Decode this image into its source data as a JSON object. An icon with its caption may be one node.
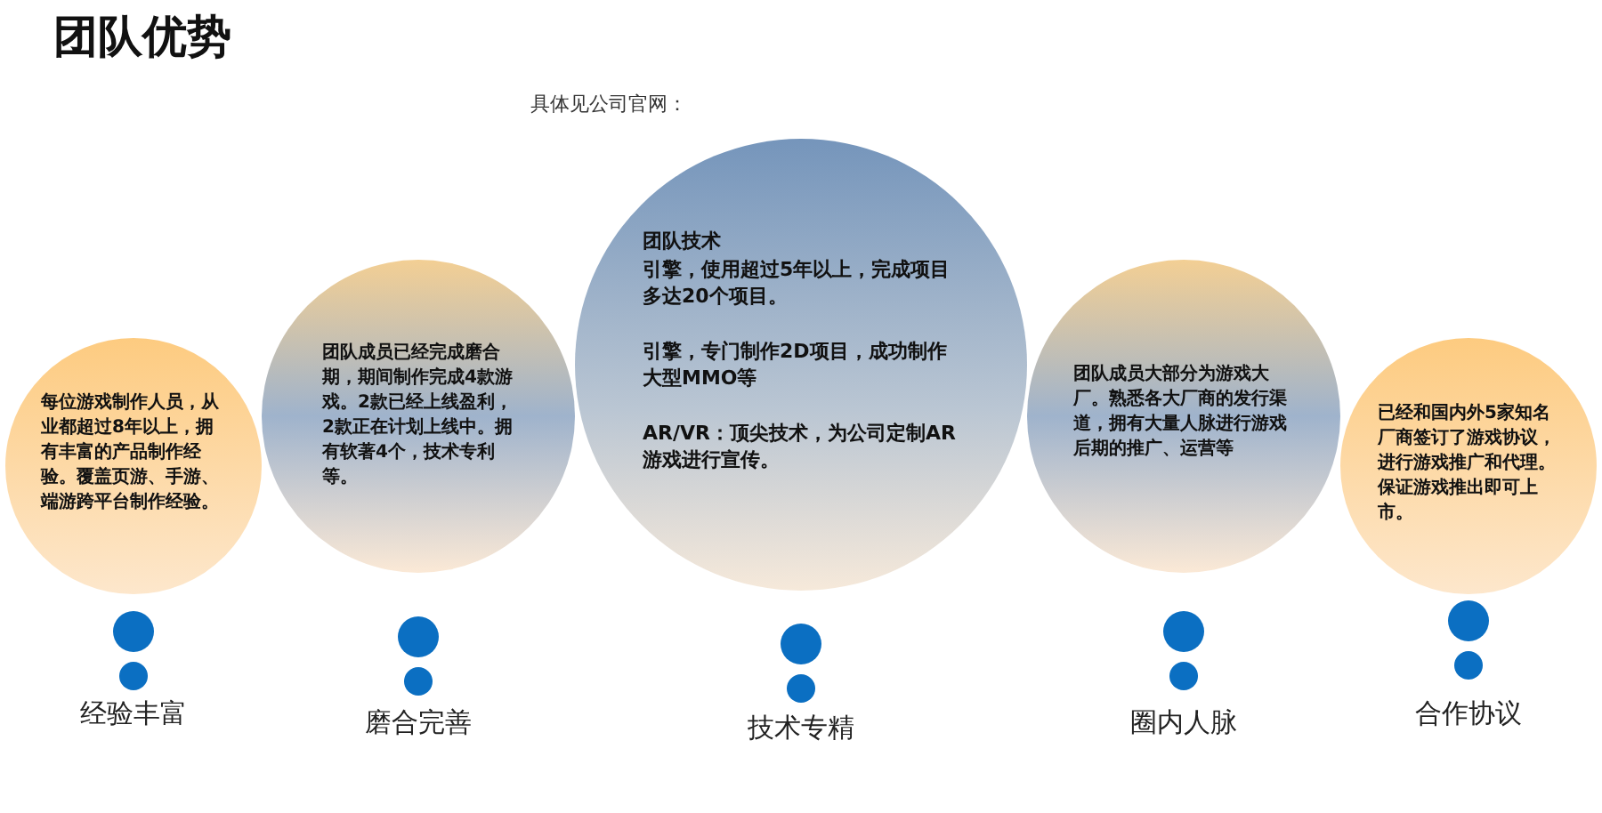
{
  "diagram": {
    "title": "团队优势",
    "nodes": [
      {
        "text": [
          "每位游戏制作人员，从业都超过8年以上，拥有丰富的产品制作经验。覆盖页游、手游、端游跨平台制作经验。"
        ]
      },
      {
        "text": [
          "团队成员已经完成磨合期，期间制作完成4款游戏。2款已经上线盈利，2款正在计划上线中。拥有软著4个，技术专利等。"
        ]
      },
      {
        "text": [
          "团队技术",
          "引擎，使用超过5年以上，完成项目多达20个项目。",
          "引擎，专门制作2D项目，成功制作大型MMO等",
          "AR/VR：顶尖技术，为公司定制AR游戏进行宣传。"
        ]
      },
      {
        "text": [
          "团队成员大部分为游戏大厂。熟悉各大厂商的发行渠道，拥有大量人脉进行游戏后期的推广、运营等"
        ]
      },
      {
        "text": [
          "已经和国内外5家知名厂商签订了游戏协议，进行游戏推广和代理。保证游戏推出即可上市。"
        ]
      }
    ],
    "labels": [
      "具体见公司官网：",
      "经验丰富",
      "磨合完善",
      "技术专精",
      "圈内人脉",
      "合作协议"
    ]
  }
}
